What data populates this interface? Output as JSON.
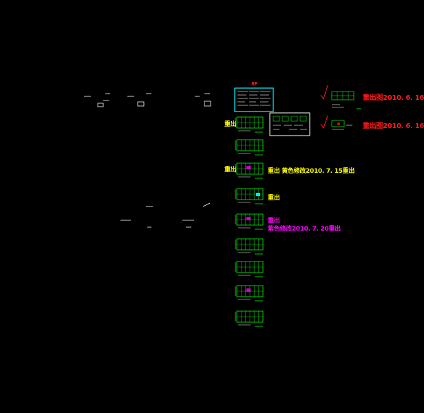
{
  "colors": {
    "background": "#000000",
    "drawing_white": "#ffffff",
    "grid_green": "#00ff00",
    "cyan_frame": "#00ffff",
    "annotation_red": "#ff1a1a",
    "annotation_yellow": "#ffff00",
    "annotation_magenta": "#ff00ff"
  },
  "annotations": {
    "top_marker": "8F",
    "reissue_1": "重出图2010. 6. 16",
    "reissue_2": "重出图2010. 6. 16",
    "left_tag_1": "重出",
    "left_tag_2": "重出",
    "yellow_note": "重出 黄色修改2010. 7. 15重出",
    "yellow_tag": "重出",
    "magenta_tag": "重出",
    "magenta_note": "紫色修改2010. 7. 20重出",
    "check_1": "√",
    "check_2": "√"
  }
}
